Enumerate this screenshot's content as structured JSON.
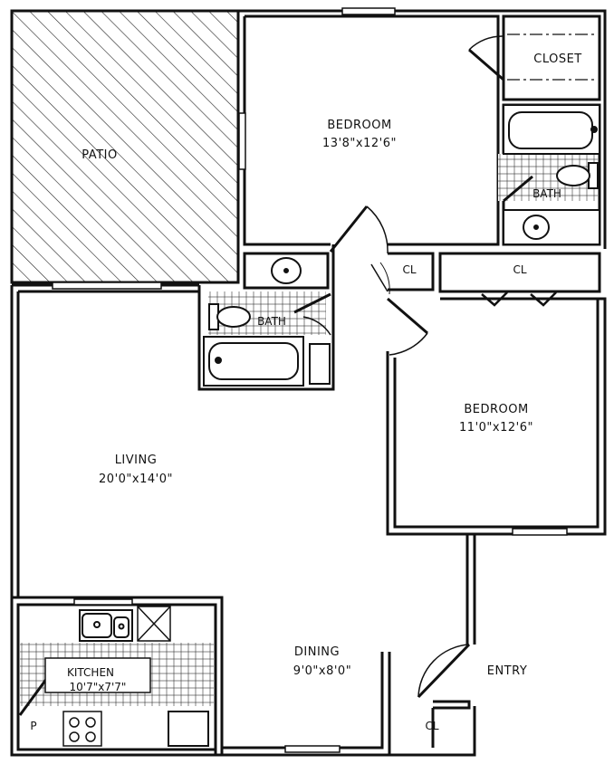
{
  "rooms": {
    "patio": {
      "name": "PATIO"
    },
    "bedroom1": {
      "name": "BEDROOM",
      "size": "13'8\"x12'6\""
    },
    "closet": {
      "name": "CLOSET"
    },
    "bath1": {
      "name": "BATH"
    },
    "bath2": {
      "name": "BATH"
    },
    "cl_hall": {
      "name": "CL"
    },
    "cl_bed2": {
      "name": "CL"
    },
    "bedroom2": {
      "name": "BEDROOM",
      "size": "11'0\"x12'6\""
    },
    "living": {
      "name": "LIVING",
      "size": "20'0\"x14'0\""
    },
    "kitchen": {
      "name": "KITCHEN",
      "size": "10'7\"x7'7\""
    },
    "dining": {
      "name": "DINING",
      "size": "9'0\"x8'0\""
    },
    "entry": {
      "name": "ENTRY"
    },
    "cl_entry": {
      "name": "CL"
    },
    "pantry": {
      "name": "P"
    }
  }
}
